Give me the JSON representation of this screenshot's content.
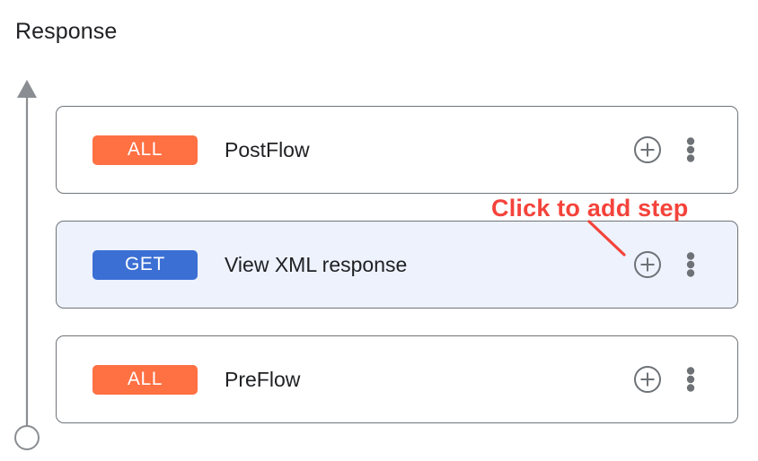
{
  "panel": {
    "title": "Response"
  },
  "flow_axis": {
    "icon_arrowhead": "arrow-up-icon",
    "icon_endpoint": "circle-endpoint-icon",
    "line_color": "#8a8d91"
  },
  "steps": [
    {
      "method": "ALL",
      "method_color": "#ff7043",
      "label": "PostFlow",
      "selected": false,
      "add_icon": "plus-circle-icon",
      "menu_icon": "more-vertical-icon"
    },
    {
      "method": "GET",
      "method_color": "#3b6fd4",
      "label": "View XML response",
      "selected": true,
      "add_icon": "plus-circle-icon",
      "menu_icon": "more-vertical-icon"
    },
    {
      "method": "ALL",
      "method_color": "#ff7043",
      "label": "PreFlow",
      "selected": false,
      "add_icon": "plus-circle-icon",
      "menu_icon": "more-vertical-icon"
    }
  ],
  "annotation": {
    "text": "Click to add step",
    "color": "#f4433b",
    "pointer_icon": "callout-line-icon"
  },
  "colors": {
    "card_border": "#6f7479",
    "selected_row_background": "#edf2fd",
    "icon_gray": "#6e7276",
    "text_primary": "#202124"
  }
}
